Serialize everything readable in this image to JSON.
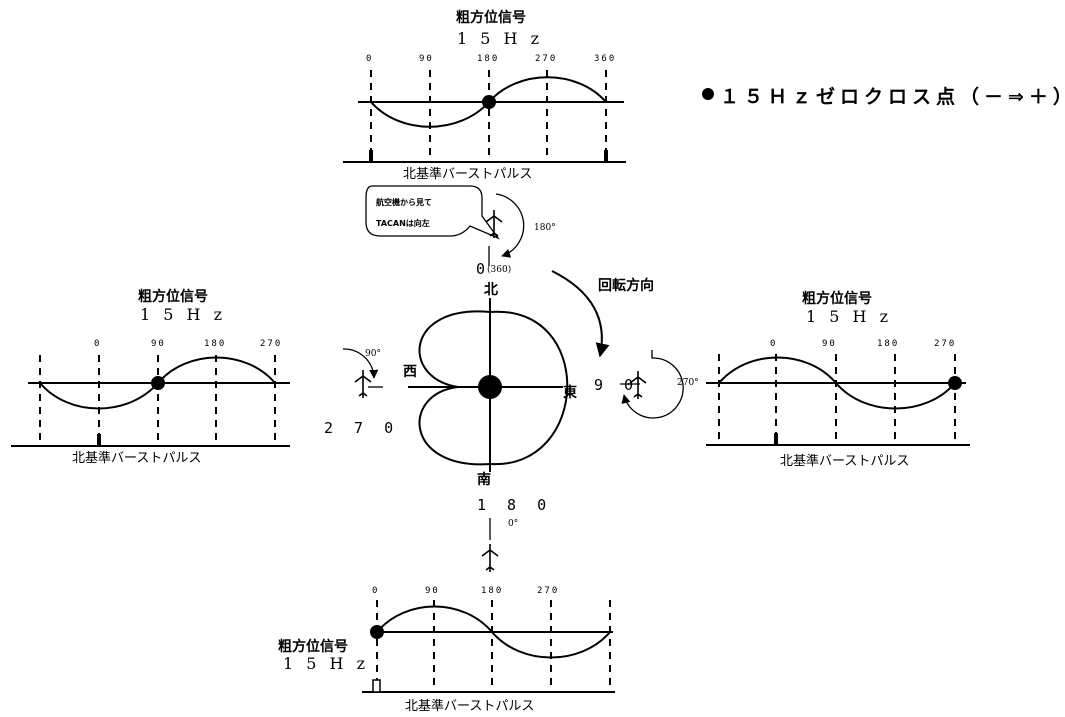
{
  "legend": {
    "label": "１５Ｈｚゼロクロス点（－⇒＋）"
  },
  "directions": {
    "north": "北",
    "south": "南",
    "east": "東",
    "west": "西"
  },
  "bearings": {
    "top": "0",
    "top_paren": "(360)",
    "right": "9 0",
    "left": "2 7 0",
    "bottom": "1 8 0"
  },
  "rotation_label": "回転方向",
  "bubble": {
    "line1": "航空機から見て",
    "line2": "TACANは向左"
  },
  "panels": {
    "top": {
      "title": "粗方位信号",
      "freq": "1 5 H z",
      "ticks": [
        "0",
        "90",
        "180",
        "270",
        "360"
      ],
      "pulse": "北基準バーストパルス",
      "degree": "180°"
    },
    "left": {
      "title": "粗方位信号",
      "freq": "1 5 H z",
      "ticks": [
        "0",
        "90",
        "180",
        "270"
      ],
      "pulse": "北基準バーストパルス",
      "degree": "90°"
    },
    "right": {
      "title": "粗方位信号",
      "freq": "1 5 H z",
      "ticks": [
        "0",
        "90",
        "180",
        "270"
      ],
      "pulse": "北基準バーストパルス",
      "degree": "270°"
    },
    "bottom": {
      "title": "粗方位信号",
      "freq": "1 5 H z",
      "ticks": [
        "0",
        "90",
        "180",
        "270"
      ],
      "pulse": "北基準バーストパルス",
      "degree": "0°"
    }
  }
}
